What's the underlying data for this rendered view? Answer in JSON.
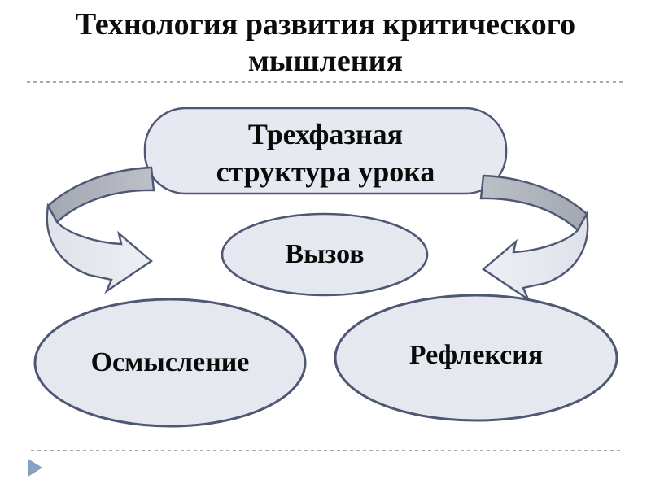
{
  "slide": {
    "title": {
      "line1": "Технология развития критического",
      "line2": "мышления"
    },
    "diagram": {
      "root_node": {
        "line1": "Трехфазная",
        "line2": "структура урока"
      },
      "phase_nodes": [
        {
          "label": "Вызов"
        },
        {
          "label": "Осмысление"
        },
        {
          "label": "Рефлексия"
        }
      ],
      "arrows": [
        {
          "name": "left-curved-arrow"
        },
        {
          "name": "right-curved-arrow"
        }
      ]
    },
    "footer": {
      "marker_icon": "play-triangle-icon"
    },
    "colors": {
      "background": "#ffffff",
      "text": "#0a0a0a",
      "shape_fill": "#e7e9f0",
      "shape_border": "#4e5874",
      "arrow_band_dark": "#a8acb5",
      "arrow_band_light": "#bcbfc6",
      "arrow_ribbon": "#e9ebf2",
      "dotted_rule": "#a6abb3",
      "footer_marker": "#8aa2c2"
    }
  }
}
